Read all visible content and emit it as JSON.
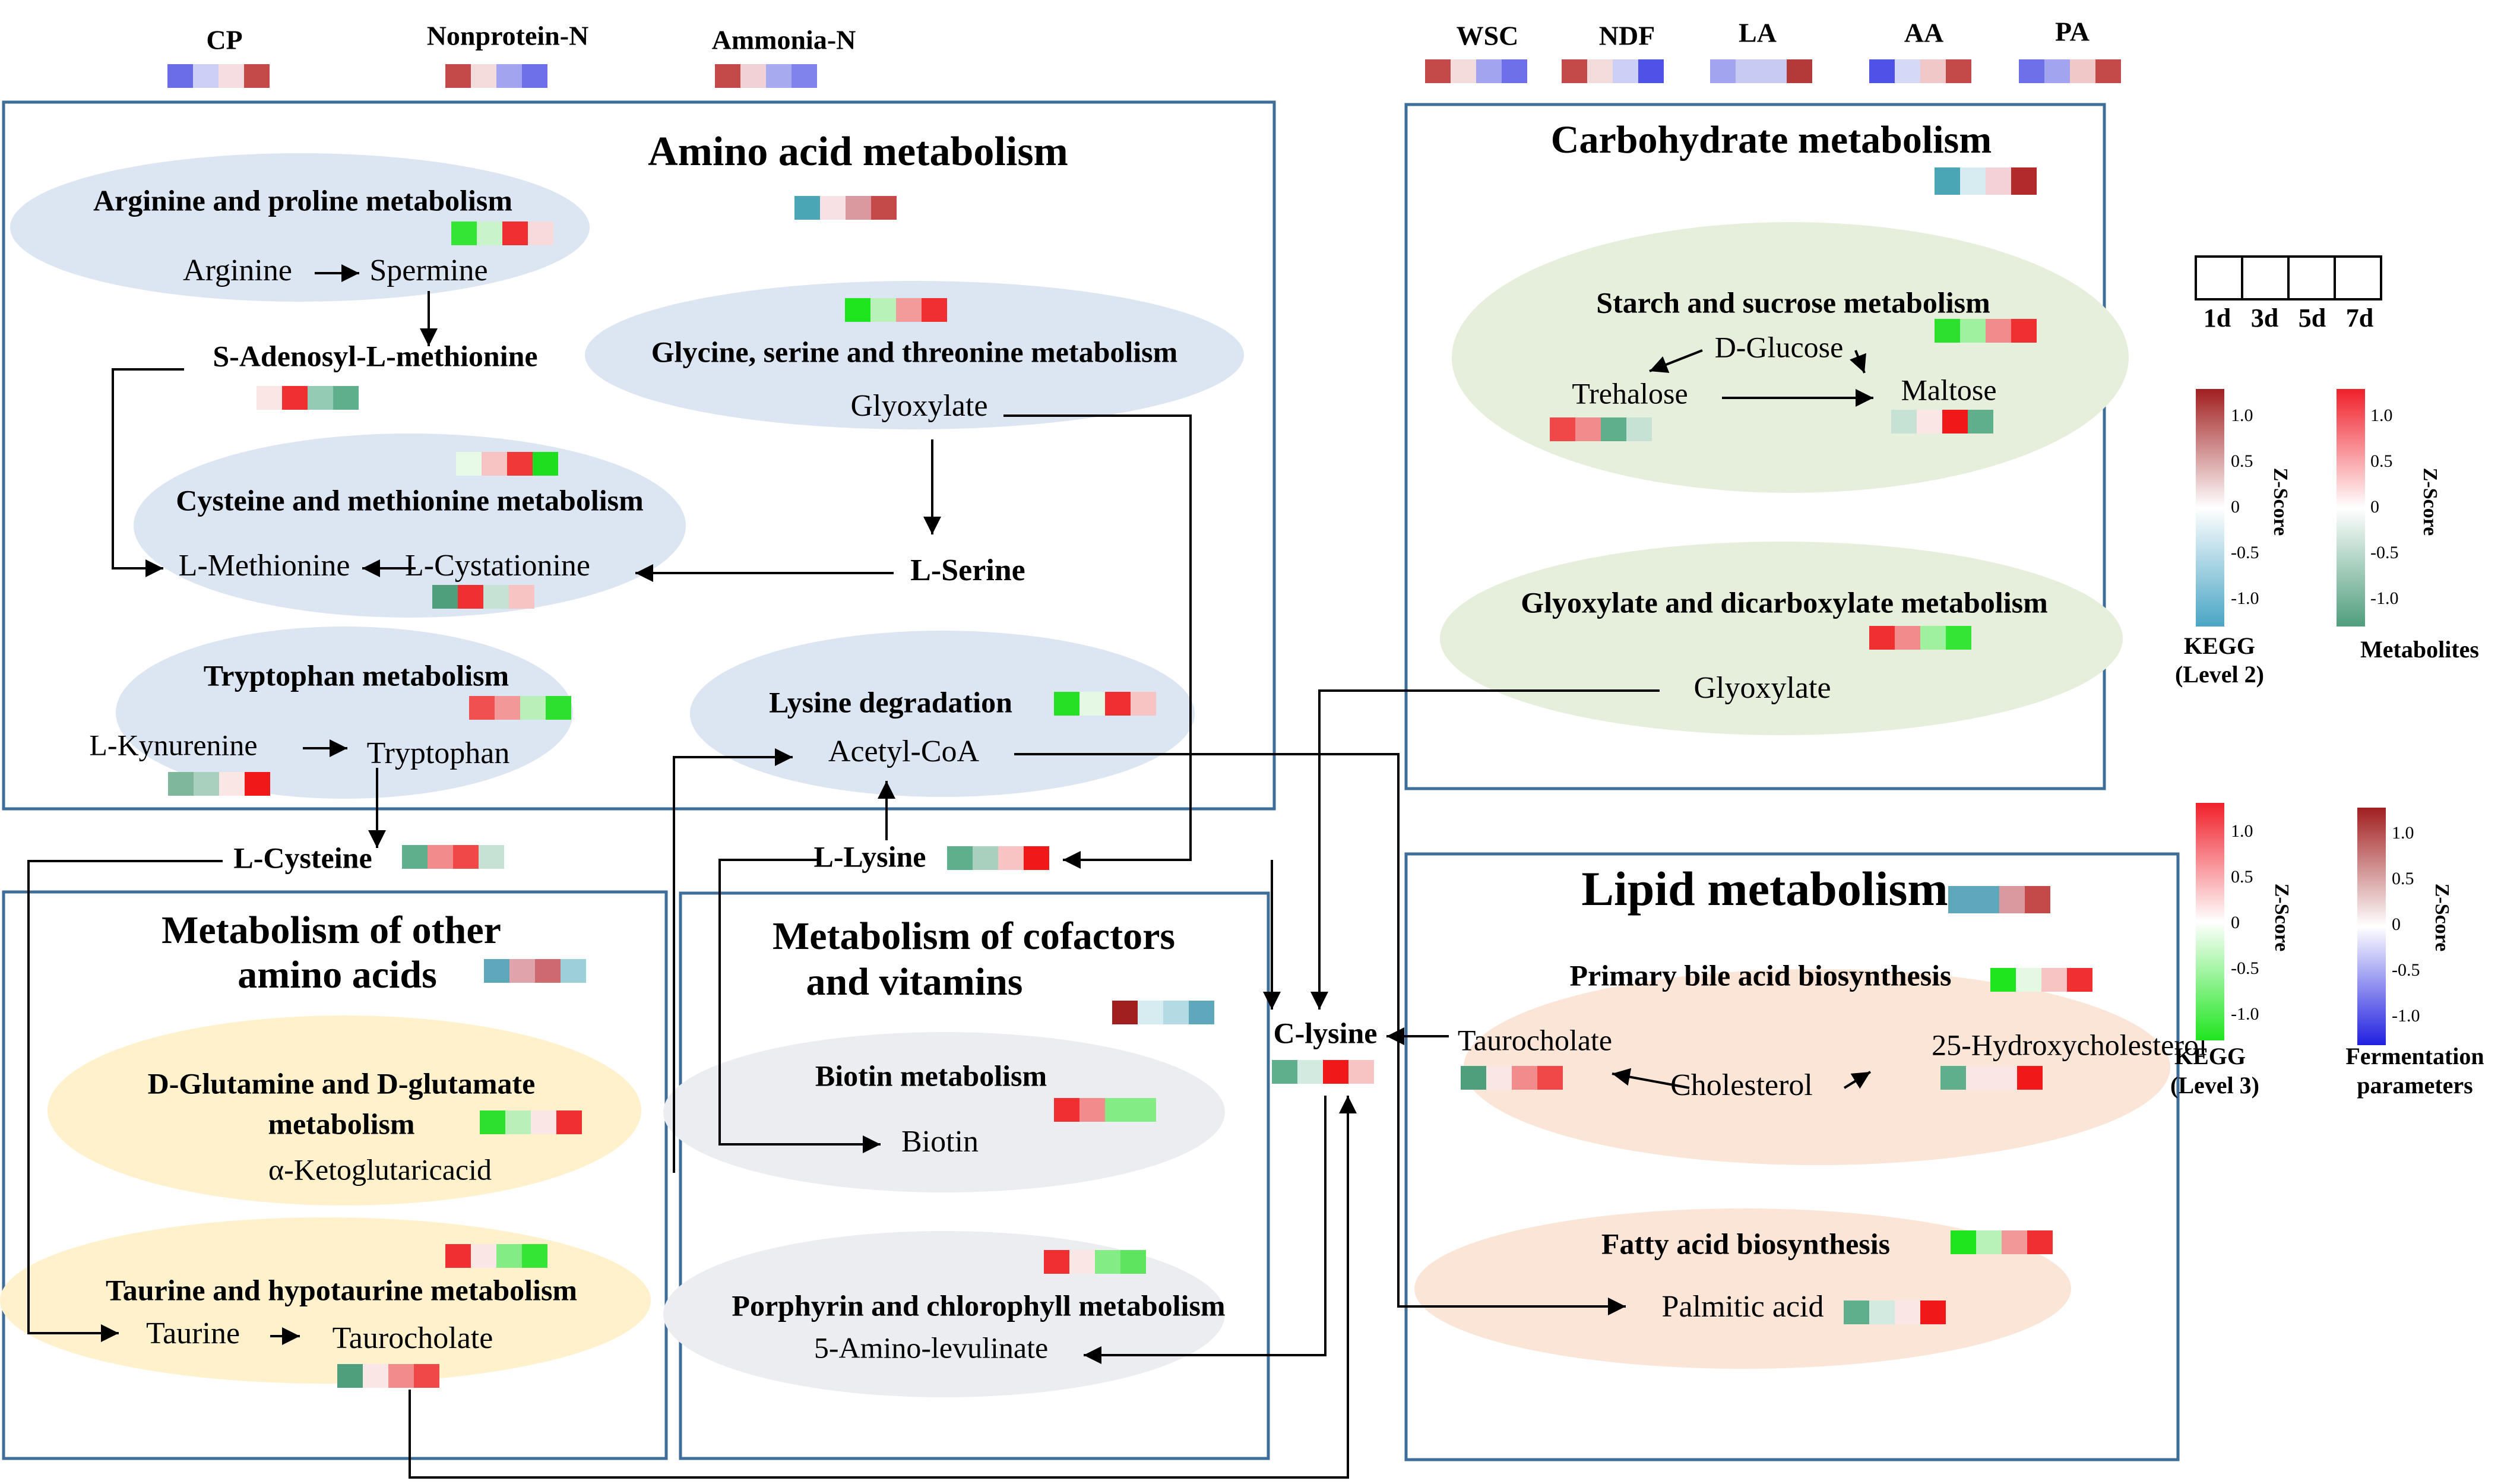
{
  "fermentation_parameters": {
    "cp": {
      "label": "CP",
      "cells": [
        "#6a6ce8",
        "#cdd0f6",
        "#f6dde1",
        "#c44a4a"
      ]
    },
    "npn": {
      "label": "Nonprotein-N",
      "cells": [
        "#c44a4a",
        "#f4dcdc",
        "#a2a4ef",
        "#6e70e9"
      ]
    },
    "amn": {
      "label": "Ammonia-N",
      "cells": [
        "#c44a4a",
        "#f1d1d6",
        "#a8aaf0",
        "#8183ec"
      ]
    },
    "wsc": {
      "label": "WSC",
      "cells": [
        "#c44a4a",
        "#f4dcdc",
        "#a2a4ef",
        "#6e70e9"
      ]
    },
    "ndf": {
      "label": "NDF",
      "cells": [
        "#c44a4a",
        "#f4dcdc",
        "#cdd0f6",
        "#4f52e6"
      ]
    },
    "la": {
      "label": "LA",
      "cells": [
        "#a2a4ef",
        "#c8caf3",
        "#c8caf3",
        "#b43a3a"
      ]
    },
    "aa": {
      "label": "AA",
      "cells": [
        "#4f52e6",
        "#d6d8f7",
        "#f0c8c8",
        "#c44a4a"
      ]
    },
    "pa": {
      "label": "PA",
      "cells": [
        "#6e70e9",
        "#a2a4ef",
        "#f0c8c8",
        "#c44a4a"
      ]
    }
  },
  "sections": {
    "amino": {
      "title": "Amino acid metabolism",
      "cells": [
        "#4aa5b5",
        "#f7e1e4",
        "#d9999f",
        "#c44a4a"
      ]
    },
    "carb": {
      "title": "Carbohydrate metabolism",
      "cells": [
        "#4aa5b5",
        "#d6ecf0",
        "#f3d1d6",
        "#b22a2a"
      ]
    },
    "other": {
      "title_l1": "Metabolism of other",
      "title_l2": "amino acids",
      "cells": [
        "#5fa8bb",
        "#e1a3ab",
        "#cc6a70",
        "#9dcfd8"
      ]
    },
    "cofactor": {
      "title_l1": "Metabolism of cofactors",
      "title_l2": "and vitamins",
      "cells": [
        "#a11f1f",
        "#d6ecf0",
        "#b4dbe3",
        "#5fa8bb"
      ]
    },
    "lipid": {
      "title": "Lipid metabolism",
      "cells": [
        "#5fa8bb",
        "#5fa8bb",
        "#d9999f",
        "#c44a4a"
      ]
    }
  },
  "pathways": {
    "arginine": {
      "title": "Arginine and proline metabolism",
      "cells": [
        "#35e535",
        "#c9f4c9",
        "#f03030",
        "#f9dada"
      ]
    },
    "glycine": {
      "title": "Glycine, serine and threonine metabolism",
      "cells": [
        "#1fe51f",
        "#b8f2b8",
        "#f39a9a",
        "#f03030"
      ]
    },
    "cysteine": {
      "title": "Cysteine and methionine metabolism",
      "cells": [
        "#e7f9e7",
        "#f7c3c3",
        "#f03838",
        "#1fdd1f"
      ]
    },
    "tryptophan": {
      "title": "Tryptophan metabolism",
      "cells": [
        "#f05050",
        "#f29898",
        "#b9f0b9",
        "#2ee02e"
      ]
    },
    "lysine": {
      "title": "Lysine degradation",
      "cells": [
        "#25e025",
        "#e4f8e4",
        "#f03030",
        "#f7c3c3"
      ]
    },
    "starch": {
      "title": "Starch and sucrose metabolism",
      "cells": [
        "#2ee02e",
        "#9ff09f",
        "#f28c8c",
        "#f03030"
      ]
    },
    "glyoxylate": {
      "title": "Glyoxylate and dicarboxylate metabolism",
      "cells": [
        "#f03030",
        "#f28c8c",
        "#9ff09f",
        "#35e535"
      ]
    },
    "dglutamine": {
      "title_l1": "D-Glutamine and D-glutamate",
      "title_l2": "metabolism",
      "cells": [
        "#2ee02e",
        "#b9f0b9",
        "#fbe6e6",
        "#f03030"
      ]
    },
    "taurine": {
      "title": "Taurine and hypotaurine metabolism",
      "cells": [
        "#f03030",
        "#fbe6e6",
        "#84ec84",
        "#35e535"
      ]
    },
    "biotin": {
      "title": "Biotin metabolism",
      "cells": [
        "#f03030",
        "#f28c8c",
        "#84ec84",
        "#84ec84"
      ]
    },
    "porphyrin": {
      "title": "Porphyrin and chlorophyll metabolism",
      "cells": [
        "#f03030",
        "#fbe6e6",
        "#84ec84",
        "#5fe45f"
      ]
    },
    "bile": {
      "title": "Primary bile acid biosynthesis",
      "cells": [
        "#1fe51f",
        "#e4f8e4",
        "#f7c3c3",
        "#f03030"
      ]
    },
    "fatty": {
      "title": "Fatty acid biosynthesis",
      "cells": [
        "#1fe51f",
        "#b8f2b8",
        "#f29898",
        "#f03030"
      ]
    }
  },
  "metabolites": {
    "arginine": {
      "label": "Arginine"
    },
    "spermine": {
      "label": "Spermine"
    },
    "sam": {
      "label": "S-Adenosyl-L-methionine",
      "cells": [
        "#fbe6e6",
        "#f03030",
        "#93cbb4",
        "#5fae8c"
      ]
    },
    "glyoxylate_aa": {
      "label": "Glyoxylate"
    },
    "l_methionine": {
      "label": "L-Methionine"
    },
    "l_cystathionine": {
      "label": "L-Cystationine",
      "cells": [
        "#4f9e7c",
        "#f03030",
        "#c6e2d5",
        "#f7c3c3"
      ]
    },
    "l_serine": {
      "label": "L-Serine"
    },
    "l_kynurenine": {
      "label": "L-Kynurenine",
      "cells": [
        "#7fb79d",
        "#a9d0be",
        "#fbe6e6",
        "#f01818"
      ]
    },
    "tryptophan": {
      "label": "Tryptophan"
    },
    "acetyl_coa": {
      "label": "Acetyl-CoA"
    },
    "l_cysteine": {
      "label": "L-Cysteine",
      "cells": [
        "#5fae8c",
        "#f28c8c",
        "#f04848",
        "#c6e2d5"
      ]
    },
    "l_lysine": {
      "label": "L-Lysine",
      "cells": [
        "#5fae8c",
        "#a9d0be",
        "#f7c3c3",
        "#f01818"
      ]
    },
    "d_glucose": {
      "label": "D-Glucose"
    },
    "trehalose": {
      "label": "Trehalose",
      "cells": [
        "#f04848",
        "#f28c8c",
        "#5fae8c",
        "#c6e2d5"
      ]
    },
    "maltose": {
      "label": "Maltose",
      "cells": [
        "#c6e2d5",
        "#fbe6e6",
        "#f01818",
        "#5fae8c"
      ]
    },
    "glyoxylate_c": {
      "label": "Glyoxylate"
    },
    "a_keto": {
      "label": "α-Ketoglutaricacid"
    },
    "taurine": {
      "label": "Taurine"
    },
    "taurocholate_o": {
      "label": "Taurocholate",
      "cells": [
        "#4f9e7c",
        "#fbe6e6",
        "#f28c8c",
        "#f04848"
      ]
    },
    "biotin": {
      "label": "Biotin"
    },
    "five_ala": {
      "label": "5-Amino-levulinate"
    },
    "c_lysine": {
      "label": "C-lysine",
      "cells": [
        "#5fae8c",
        "#d3eae0",
        "#f01818",
        "#f7c3c3"
      ]
    },
    "taurocholate_l": {
      "label": "Taurocholate",
      "cells": [
        "#4f9e7c",
        "#fbe6e6",
        "#f28c8c",
        "#f04848"
      ]
    },
    "cholesterol": {
      "label": "Cholesterol"
    },
    "hydroxychol": {
      "label": "25-Hydroxycholesterol",
      "cells": [
        "#5fae8c",
        "#fbe6e6",
        "#fbe6e6",
        "#f01818"
      ]
    },
    "palmitic": {
      "label": "Palmitic acid",
      "cells": [
        "#5fae8c",
        "#d3eae0",
        "#fbe6e6",
        "#f01818"
      ]
    }
  },
  "legend": {
    "days": [
      "1d",
      "3d",
      "5d",
      "7d"
    ],
    "zscore": "Z-Score",
    "ticks": [
      "1.0",
      "0.5",
      "0",
      "-0.5",
      "-1.0"
    ],
    "kegg2": {
      "l1": "KEGG",
      "l2": "(Level 2)",
      "colors": [
        "#a11f1f",
        "#ffffff",
        "#4aa5c5"
      ]
    },
    "metab": {
      "label": "Metabolites",
      "colors": [
        "#f0202a",
        "#ffffff",
        "#4f9e7c"
      ]
    },
    "kegg3": {
      "l1": "KEGG",
      "l2": "(Level 3)",
      "colors": [
        "#f0202a",
        "#ffffff",
        "#1fe51f"
      ]
    },
    "ferm": {
      "l1": "Fermentation",
      "l2": "parameters",
      "colors": [
        "#a11f1f",
        "#ffffff",
        "#2020e0"
      ]
    }
  },
  "colors": {
    "box_border": "#3d6e9a",
    "blue_ellipse": "#dce6f2",
    "green_ellipse": "#e5efdc",
    "orange_ellipse": "#fbe5d6",
    "yellow_ellipse": "#fff1cc",
    "grey_ellipse": "#ebedf0"
  }
}
